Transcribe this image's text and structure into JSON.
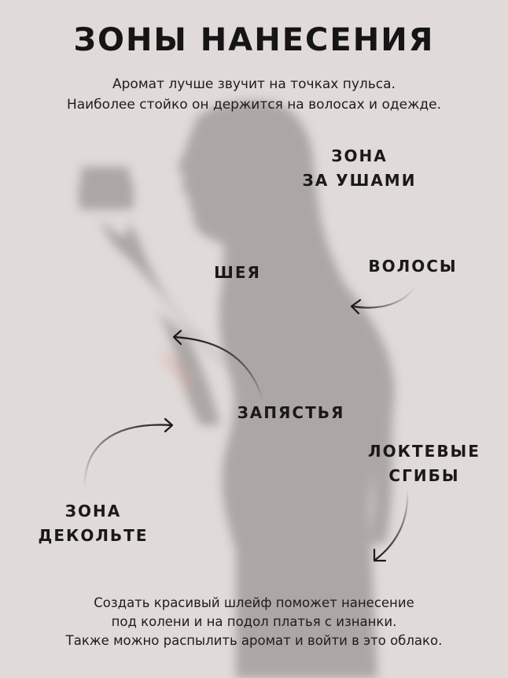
{
  "header": {
    "title": "ЗОНЫ НАНЕСЕНИЯ",
    "subtitle_lines": [
      "Аромат лучше звучит на точках пульса.",
      "Наиболее стойко он держится на волосах и одежде."
    ]
  },
  "zones": {
    "behind_ears": "ЗОНА\nЗА УШАМИ",
    "hair": "ВОЛОСЫ",
    "neck": "ШЕЯ",
    "wrists": "ЗАПЯСТЬЯ",
    "elbows": "ЛОКТЕВЫЕ\nСГИБЫ",
    "decollete": "ЗОНА\nДЕКОЛЬТЕ"
  },
  "footer": {
    "lines": [
      "Создать красивый шлейф поможет нанесение",
      "под колени и на подол платья с изнанки.",
      "Также можно распылить аромат и войти в это облако."
    ]
  },
  "colors": {
    "background": "#e0dad8",
    "silhouette": "#aca7a5",
    "text": "#1a1919"
  },
  "illustration": {
    "subject": "blurred-woman-silhouette-holding-perfume-jar",
    "arrows": [
      "hair-arrow",
      "wrist-to-neck-arrow",
      "decollete-arrow",
      "elbow-arrow"
    ]
  }
}
